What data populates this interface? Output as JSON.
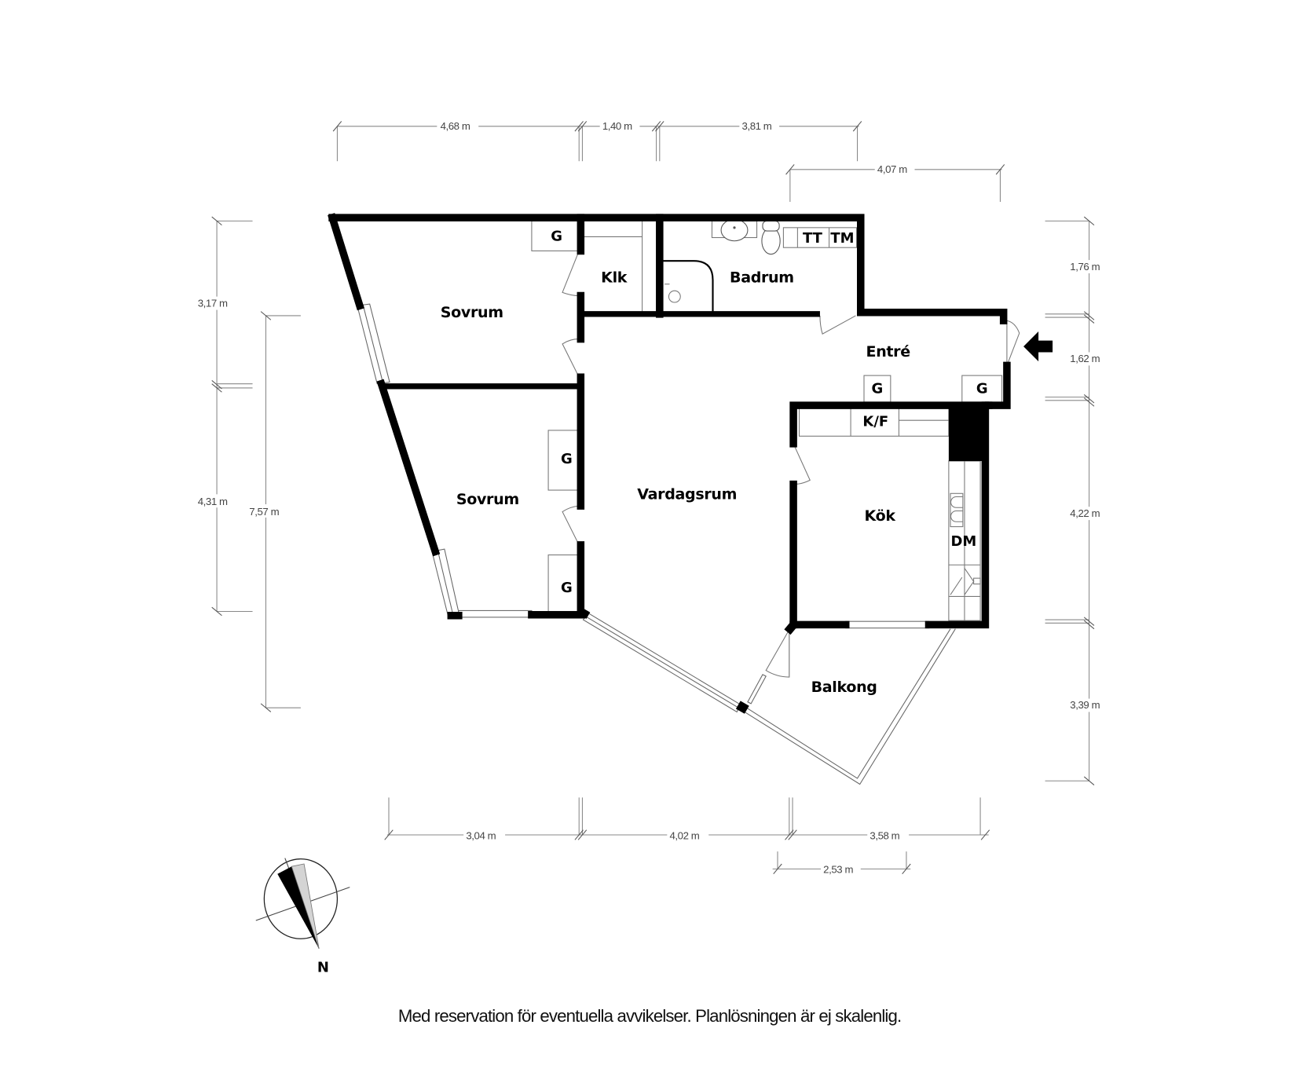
{
  "plan": {
    "rooms": {
      "sovrum_1": "Sovrum",
      "sovrum_2": "Sovrum",
      "klk": "Klk",
      "badrum": "Badrum",
      "entre": "Entré",
      "vardagsrum": "Vardagsrum",
      "kok": "Kök",
      "balkong": "Balkong"
    },
    "codes": {
      "g_sovrum1": "G",
      "g_sovrum2_top": "G",
      "g_sovrum2_bottom": "G",
      "g_entre_left": "G",
      "g_entre_right": "G",
      "tt": "TT",
      "tm": "TM",
      "kf": "K/F",
      "dm": "DM"
    },
    "entrance_arrow": "arrow-left-icon"
  },
  "dimensions": {
    "top": [
      "4,68 m",
      "1,40 m",
      "3,81 m"
    ],
    "top_second": "4,07 m",
    "left": [
      "3,17 m",
      "4,31 m"
    ],
    "left_total": "7,57 m",
    "right": [
      "1,76 m",
      "1,62 m",
      "4,22 m",
      "3,39 m"
    ],
    "bottom": [
      "3,04 m",
      "4,02 m",
      "3,58 m"
    ],
    "bottom_second": "2,53 m"
  },
  "compass": {
    "label": "N"
  },
  "caption": "Med reservation för eventuella avvikelser. Planlösningen är ej skalenlig.",
  "colors": {
    "wall": "#000000",
    "dimension": "#888888",
    "background": "#ffffff"
  }
}
